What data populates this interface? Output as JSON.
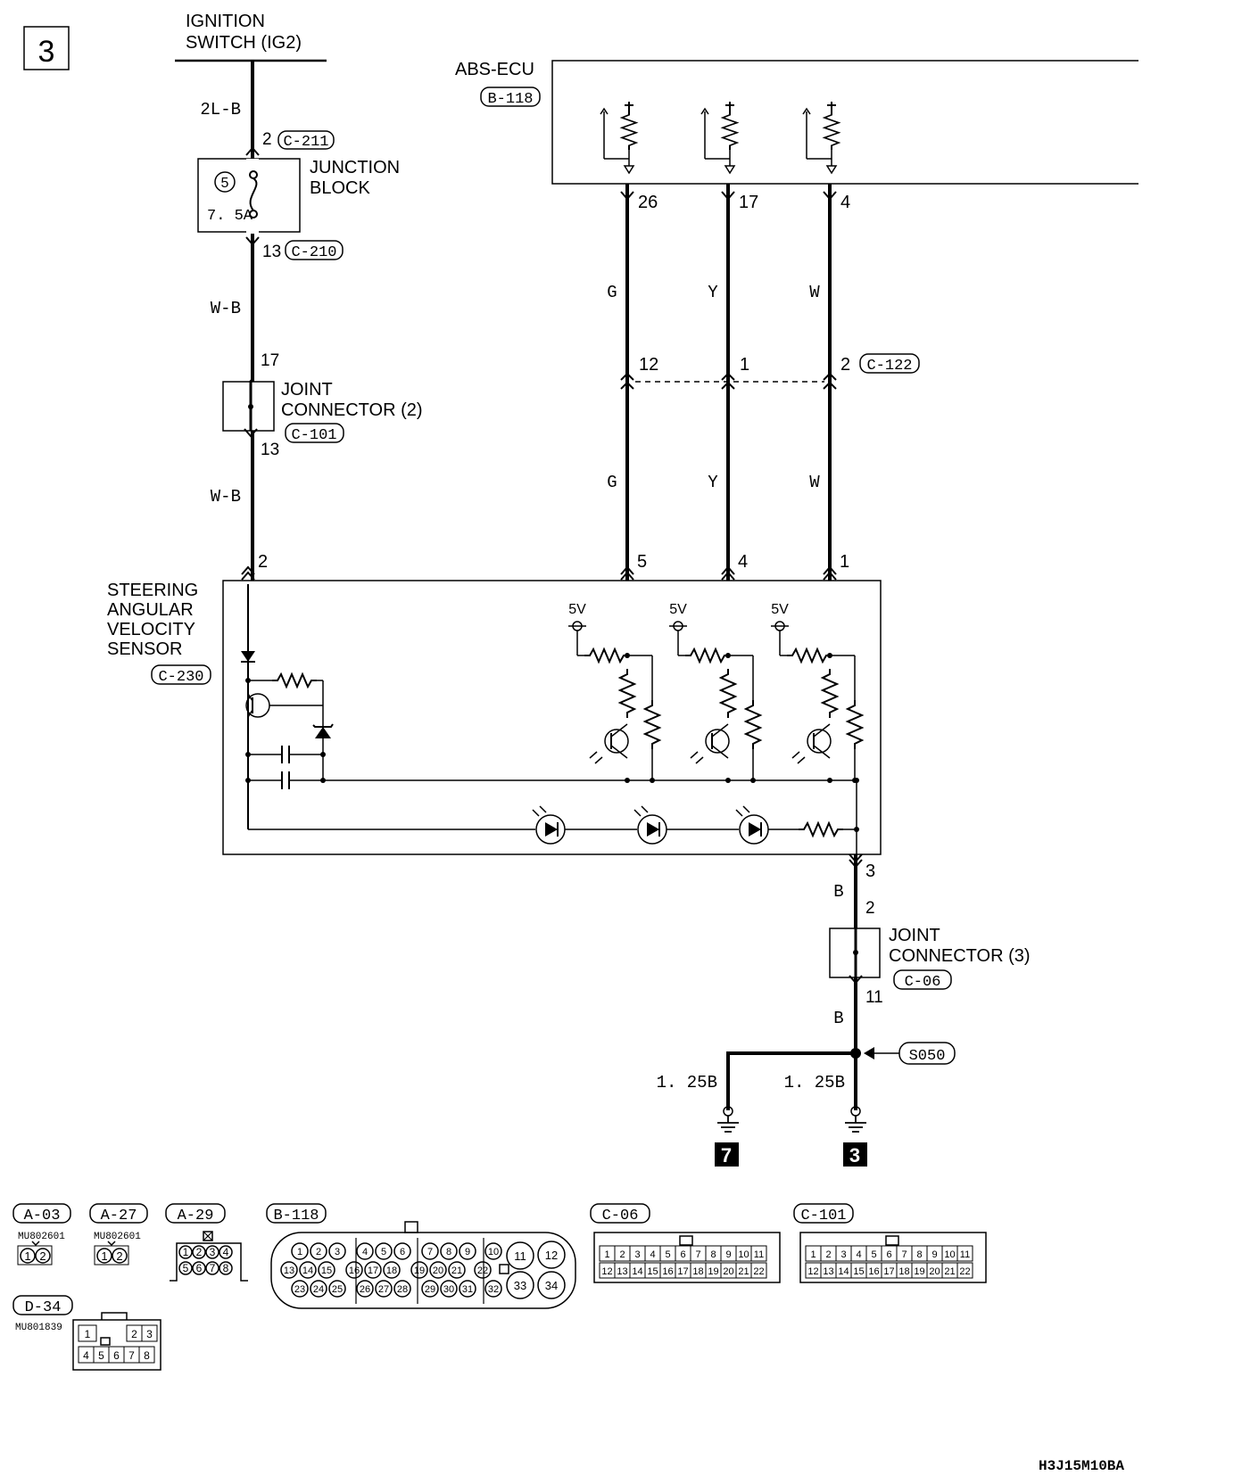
{
  "page_number": "3",
  "power": {
    "name_line1": "IGNITION",
    "name_line2": "SWITCH (IG2)"
  },
  "wires": {
    "w1": "2L-B",
    "w2": "W-B",
    "w3": "W-B",
    "g1": "G",
    "y1": "Y",
    "wh1": "W",
    "g2": "G",
    "y2": "Y",
    "wh2": "W",
    "b1": "B",
    "b2": "B",
    "ground_left": "1. 25B",
    "ground_right": "1. 25B"
  },
  "junction_block": {
    "line1": "JUNCTION",
    "line2": "BLOCK",
    "fuse_number": "5",
    "fuse_rating": "7. 5A",
    "pin_in": "2",
    "conn_in": "C-211",
    "pin_out": "13",
    "conn_out": "C-210"
  },
  "joint_connector_2": {
    "line1": "JOINT",
    "line2": "CONNECTOR (2)",
    "conn": "C-101",
    "pin_in": "17",
    "pin_out": "13"
  },
  "abs_ecu": {
    "name": "ABS-ECU",
    "conn": "B-118",
    "pins": [
      "26",
      "17",
      "4"
    ]
  },
  "intermediate": {
    "pins": [
      "12",
      "1",
      "2"
    ],
    "conn": "C-122"
  },
  "sensor": {
    "line1": "STEERING",
    "line2": "ANGULAR",
    "line3": "VELOCITY",
    "line4": "SENSOR",
    "conn": "C-230",
    "pins": [
      "2",
      "5",
      "4",
      "1",
      "3"
    ],
    "supply": [
      "5V",
      "5V",
      "5V"
    ]
  },
  "joint_connector_3": {
    "line1": "JOINT",
    "line2": "CONNECTOR (3)",
    "conn": "C-06",
    "pin_in": "2",
    "pin_out": "11"
  },
  "splice": "S050",
  "grounds": [
    "7",
    "3"
  ],
  "connector_views": {
    "a03": {
      "label": "A-03",
      "part": "MU802601",
      "pins": [
        "1",
        "2"
      ]
    },
    "a27": {
      "label": "A-27",
      "part": "MU802601",
      "pins": [
        "1",
        "2"
      ]
    },
    "a29": {
      "label": "A-29",
      "pins": [
        "1",
        "2",
        "3",
        "4",
        "5",
        "6",
        "7",
        "8"
      ]
    },
    "b118": {
      "label": "B-118",
      "pins": [
        "1",
        "2",
        "3",
        "4",
        "5",
        "6",
        "7",
        "8",
        "9",
        "10",
        "11",
        "12",
        "13",
        "14",
        "15",
        "16",
        "17",
        "18",
        "19",
        "20",
        "21",
        "22",
        "23",
        "24",
        "25",
        "26",
        "27",
        "28",
        "29",
        "30",
        "31",
        "32",
        "33",
        "34"
      ]
    },
    "c06": {
      "label": "C-06",
      "pins": [
        "1",
        "2",
        "3",
        "4",
        "5",
        "6",
        "7",
        "8",
        "9",
        "10",
        "11",
        "12",
        "13",
        "14",
        "15",
        "16",
        "17",
        "18",
        "19",
        "20",
        "21",
        "22"
      ]
    },
    "c101": {
      "label": "C-101",
      "pins": [
        "1",
        "2",
        "3",
        "4",
        "5",
        "6",
        "7",
        "8",
        "9",
        "10",
        "11",
        "12",
        "13",
        "14",
        "15",
        "16",
        "17",
        "18",
        "19",
        "20",
        "21",
        "22"
      ]
    },
    "d34": {
      "label": "D-34",
      "part": "MU801839",
      "pins": [
        "1",
        "2",
        "3",
        "4",
        "5",
        "6",
        "7",
        "8"
      ]
    }
  },
  "diagram_code": "H3J15M10BA"
}
